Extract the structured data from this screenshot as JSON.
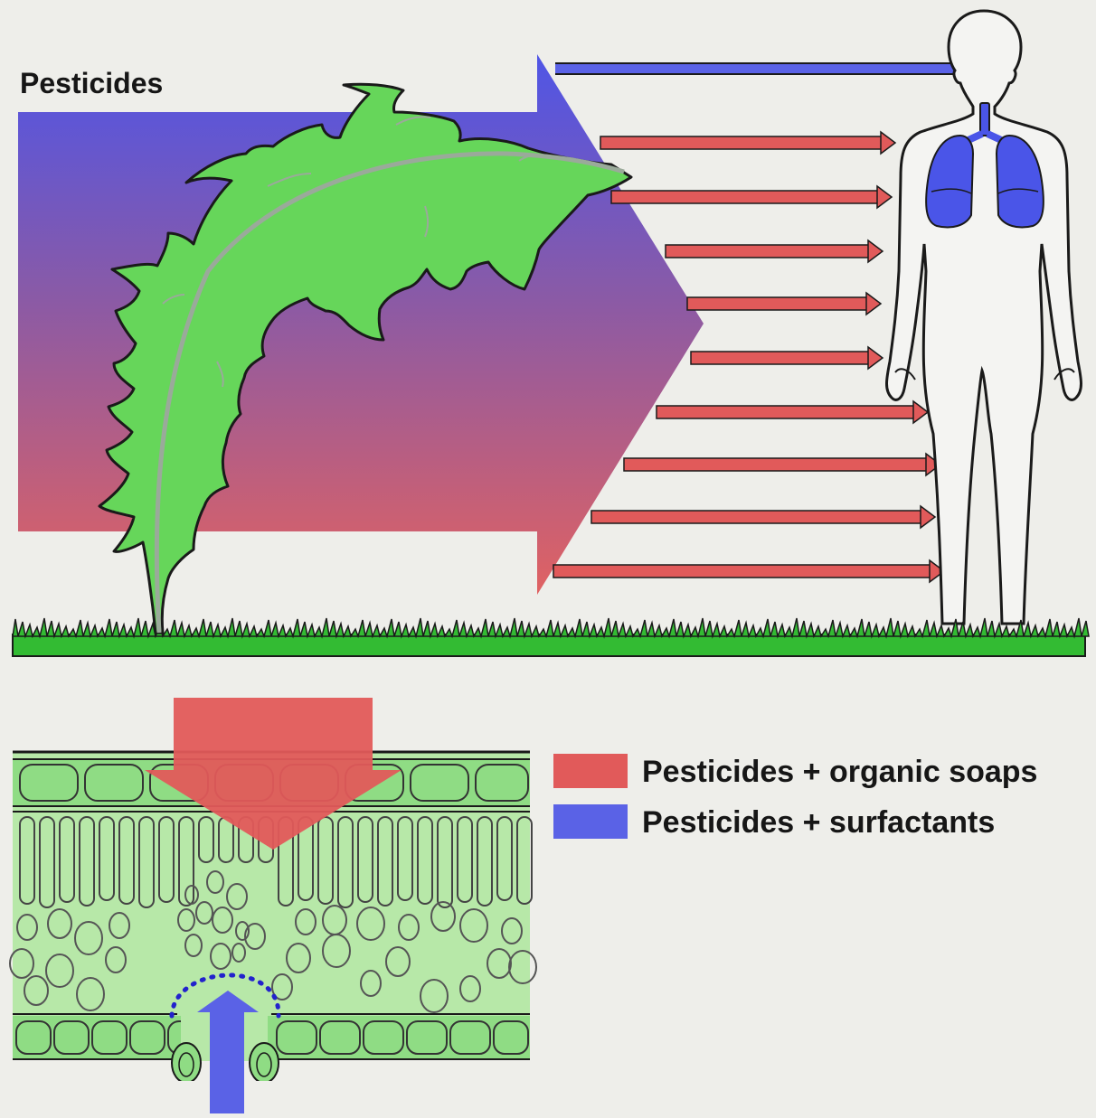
{
  "title": "Pesticides",
  "colors": {
    "red": "#e15a5a",
    "blue": "#5a62e6",
    "leaf": "#66d65a",
    "grass": "#33bb33",
    "tissue": "#b7e8a8",
    "tissue_dark": "#8fdc84"
  },
  "legend": [
    {
      "label": "Pesticides + organic soaps",
      "color": "#e15a5a"
    },
    {
      "label": "Pesticides + surfactants",
      "color": "#5a62e6"
    }
  ],
  "icons": [
    "leaf-icon",
    "human-body-icon",
    "lungs-icon",
    "grass",
    "leaf-cross-section"
  ]
}
